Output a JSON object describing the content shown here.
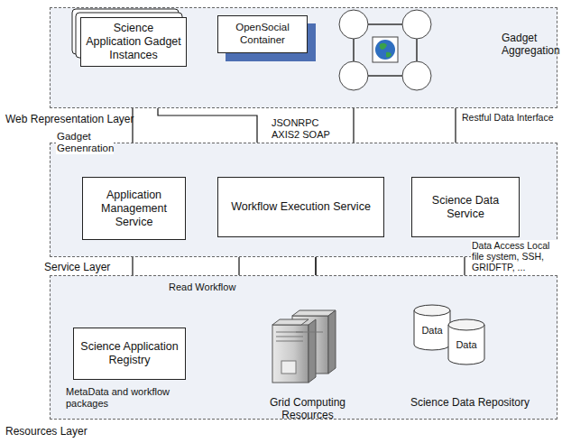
{
  "diagram": {
    "nodes": [
      {
        "text": [
          "Web Representation Layer"
        ]
      },
      {
        "text": [
          "Science Application Gadget Instances"
        ],
        "in": 0
      },
      {
        "text": [
          "OpenSocial Container"
        ],
        "in": 0
      },
      {
        "text": [
          "Gadget Aggregation"
        ],
        "in": 0
      },
      {
        "text": [
          "Service Layer"
        ]
      },
      {
        "text": [
          "Application Management Service"
        ],
        "in": 4
      },
      {
        "text": [
          "Workflow Execution Service"
        ],
        "in": 4
      },
      {
        "text": [
          "Science Data Service"
        ],
        "in": 4
      },
      {
        "text": [
          "Resources Layer"
        ]
      },
      {
        "text": [
          "Science Application Registry"
        ],
        "in": 8
      },
      {
        "text": [
          "Grid Computing Resources"
        ],
        "in": 8
      },
      {
        "text": [
          "Science Data Repository"
        ],
        "in": 8
      },
      {
        "text": [
          "Data"
        ],
        "in": 11
      },
      {
        "text": [
          "Data"
        ],
        "in": 11
      }
    ],
    "edges": [
      {
        "from": 1,
        "to": 2,
        "arrow": "to"
      },
      {
        "from": 2,
        "to": 3,
        "arrow": "to"
      },
      {
        "from": 5,
        "to": 1,
        "arrow": "to",
        "label": "Gadget Genenration"
      },
      {
        "from": 1,
        "to": 6,
        "arrow": "to"
      },
      {
        "from": 3,
        "to": 6,
        "arrow": "both"
      },
      {
        "from": 3,
        "to": 7,
        "arrow": "both",
        "label": "Restful Data Interface"
      },
      {
        "from": 6,
        "to": 7,
        "arrow": "both"
      },
      {
        "from": 5,
        "to": 9,
        "arrow": "both"
      },
      {
        "from": 9,
        "to": 6,
        "arrow": "to",
        "label": "Read Workflow"
      },
      {
        "from": 6,
        "to": 10,
        "arrow": "both"
      },
      {
        "from": 7,
        "to": 11,
        "arrow": "both",
        "label": "Data Access Local file system, SSH, GRIDFTP, ..."
      },
      {
        "from": 6,
        "to": 11,
        "arrow": "both"
      }
    ],
    "labels": [
      "JSONRPC AXIS2 SOAP",
      "MetaData and workflow packages"
    ]
  }
}
